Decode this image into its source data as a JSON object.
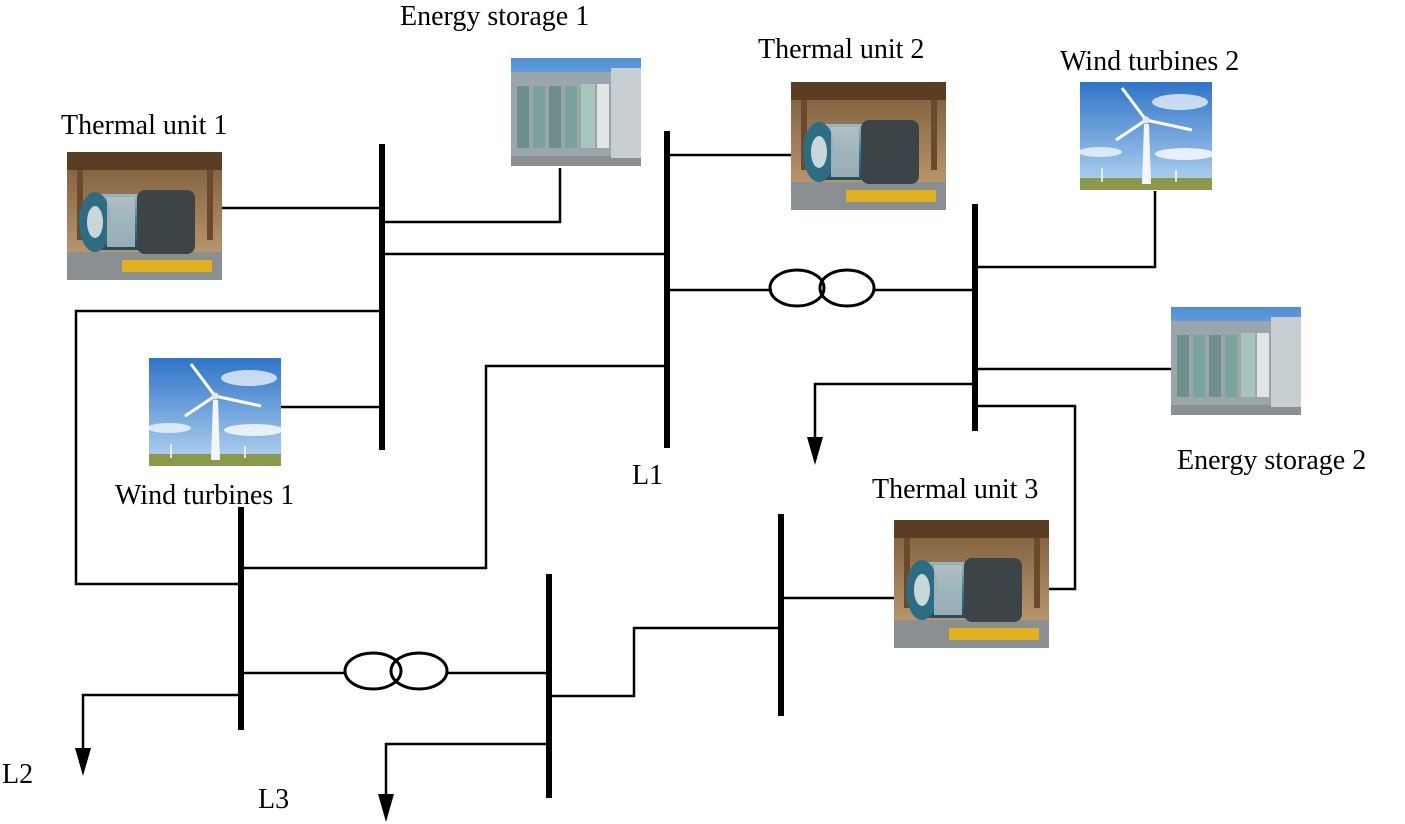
{
  "labels": {
    "energy_storage_1": "Energy storage 1",
    "thermal_unit_1": "Thermal unit 1",
    "thermal_unit_2": "Thermal unit 2",
    "wind_turbines_2": "Wind turbines 2",
    "wind_turbines_1": "Wind turbines 1",
    "energy_storage_2": "Energy storage 2",
    "thermal_unit_3": "Thermal unit 3",
    "load_1": "L1",
    "load_2": "L2",
    "load_3": "L3"
  },
  "icons": {
    "thermal_unit": "generator-icon",
    "energy_storage": "battery-container-icon",
    "wind_turbine": "wind-turbine-icon",
    "transformer": "transformer-icon",
    "load": "load-arrow-icon"
  },
  "colors": {
    "line": "#000000",
    "sky": "#4a8fd8",
    "generator_body": "#3a7d96",
    "container": "#b9c3c6"
  }
}
